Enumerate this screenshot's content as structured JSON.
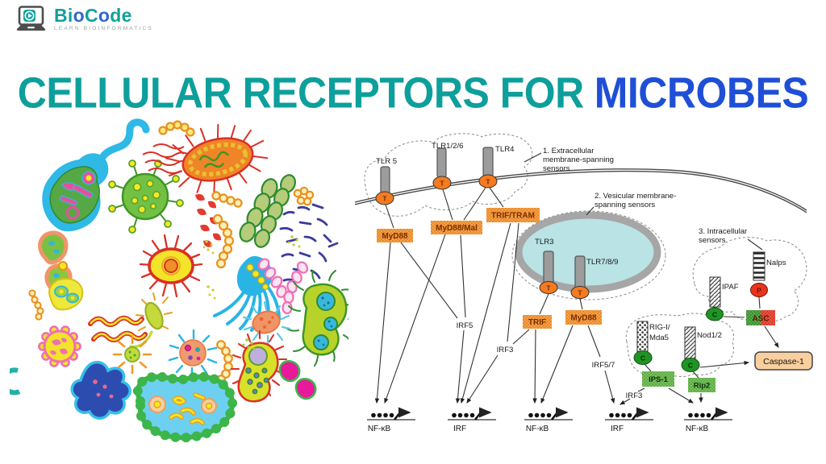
{
  "header": {
    "logo": {
      "segments": [
        {
          "text": "Bi"
        },
        {
          "text": "o"
        },
        {
          "text": "C"
        },
        {
          "text": "o"
        },
        {
          "text": "de"
        }
      ],
      "tagline": "LEARN BIOINFORMATICS"
    },
    "title": {
      "part1": "CELLULAR RECEPTORS FOR",
      "part2": "MICROBES",
      "accent_teal": "#0d9f9b",
      "accent_blue": "#1e4fd6"
    }
  },
  "diagram": {
    "sections": [
      {
        "lines": [
          "1. Extracellular",
          "membrane-spanning",
          "sensors"
        ]
      },
      {
        "lines": [
          "2. Vesicular membrane-",
          "spanning sensors"
        ]
      },
      {
        "lines": [
          "3. Intracellular",
          "sensors"
        ]
      }
    ],
    "receptors": {
      "tlr5": "TLR 5",
      "tlr126": "TLR1/2/6",
      "tlr4": "TLR4",
      "tlr3": "TLR3",
      "tlr789": "TLR7/8/9"
    },
    "adaptors": {
      "myd88_left": "MyD88",
      "myd88_mal": "MyD88/Mal",
      "trif_tram": "TRIF/TRAM",
      "trif": "TRIF",
      "myd88_right": "MyD88",
      "ips1": "IPS-1",
      "rip2": "Rip2",
      "asc": "ASC",
      "caspase1": "Caspase-1"
    },
    "sensors": {
      "nalps": "Nalps",
      "ipaf": "IPAF",
      "rigi_line1": "RIG-I/",
      "rigi_line2": "Mda5",
      "nod12": "Nod1/2"
    },
    "factors": {
      "irf5": "IRF5",
      "irf3_left": "IRF3",
      "irf57": "IRF5/7",
      "irf3_right": "IRF3"
    },
    "domains": {
      "t": "T",
      "c": "C",
      "p": "P"
    },
    "genes": [
      {
        "label": "NF-κB"
      },
      {
        "label": "IRF"
      },
      {
        "label": "NF-κB"
      },
      {
        "label": "IRF"
      },
      {
        "label": "NF-κB"
      }
    ]
  }
}
